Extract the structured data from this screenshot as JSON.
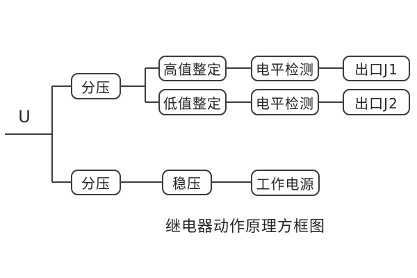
{
  "diagram": {
    "input_label": "U",
    "caption": "继电器动作原理方框图",
    "colors": {
      "line": "#3b3b3b",
      "text": "#262422",
      "background": "#ffffff"
    },
    "nodes": {
      "voltage_divider_top": "分压",
      "high_value_setting": "高值整定",
      "level_detection_1": "电平检测",
      "outlet_j1": "出口J1",
      "low_value_setting": "低值整定",
      "level_detection_2": "电平检测",
      "outlet_j2": "出口J2",
      "voltage_divider_bottom": "分压",
      "voltage_regulator": "稳压",
      "working_power": "工作电源"
    }
  }
}
